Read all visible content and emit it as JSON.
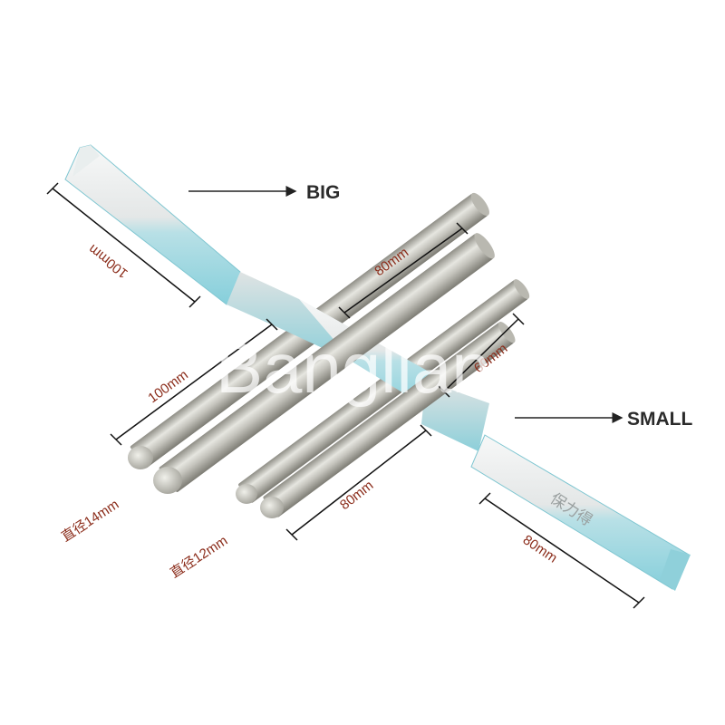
{
  "labels": {
    "big": "BIG",
    "small": "SMALL"
  },
  "watermark": "Banglian",
  "engraving": "保力得",
  "dimensions": {
    "big_handle_length": "100mm",
    "small_handle_length": "80mm",
    "big_rod_length_left": "100mm",
    "big_rod_length_right": "80mm",
    "small_rod_length_left": "80mm",
    "small_rod_length_right": "60mm",
    "big_rod_diameter": "直径14mm",
    "small_rod_diameter": "直径12mm"
  },
  "colors": {
    "dimension_text": "#8b2c1a",
    "label_text": "#2b2b2b",
    "steel_light": "#f2f3f3",
    "steel_mid": "#c7cccc",
    "steel_blue": "#8fd3df",
    "rod_light": "#e3e3dd",
    "rod_dark": "#8f8e86"
  }
}
